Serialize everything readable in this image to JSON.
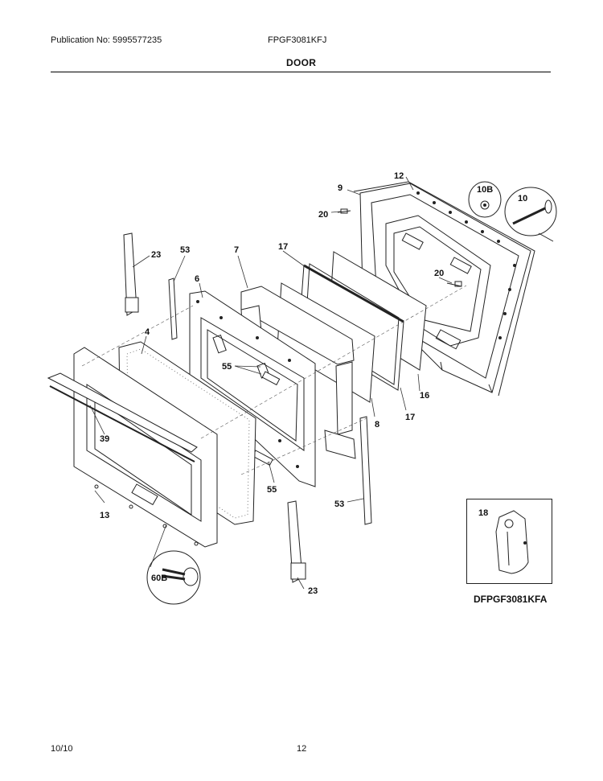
{
  "header": {
    "publication": "Publication No: 5995577235",
    "model": "FPGF3081KFJ",
    "section_title": "DOOR"
  },
  "callouts": {
    "c9": "9",
    "c12": "12",
    "c10b": "10B",
    "c10": "10",
    "c20a": "20",
    "c20b": "20",
    "c23a": "23",
    "c23b": "23",
    "c53a": "53",
    "c53b": "53",
    "c7": "7",
    "c17a": "17",
    "c17b": "17",
    "c6": "6",
    "c4": "4",
    "c55a": "55",
    "c55b": "55",
    "c39": "39",
    "c13": "13",
    "c16": "16",
    "c8": "8",
    "c60b": "60B"
  },
  "inset": {
    "callout": "18",
    "caption": "DFPGF3081KFA"
  },
  "footer": {
    "date": "10/10",
    "page": "12"
  }
}
